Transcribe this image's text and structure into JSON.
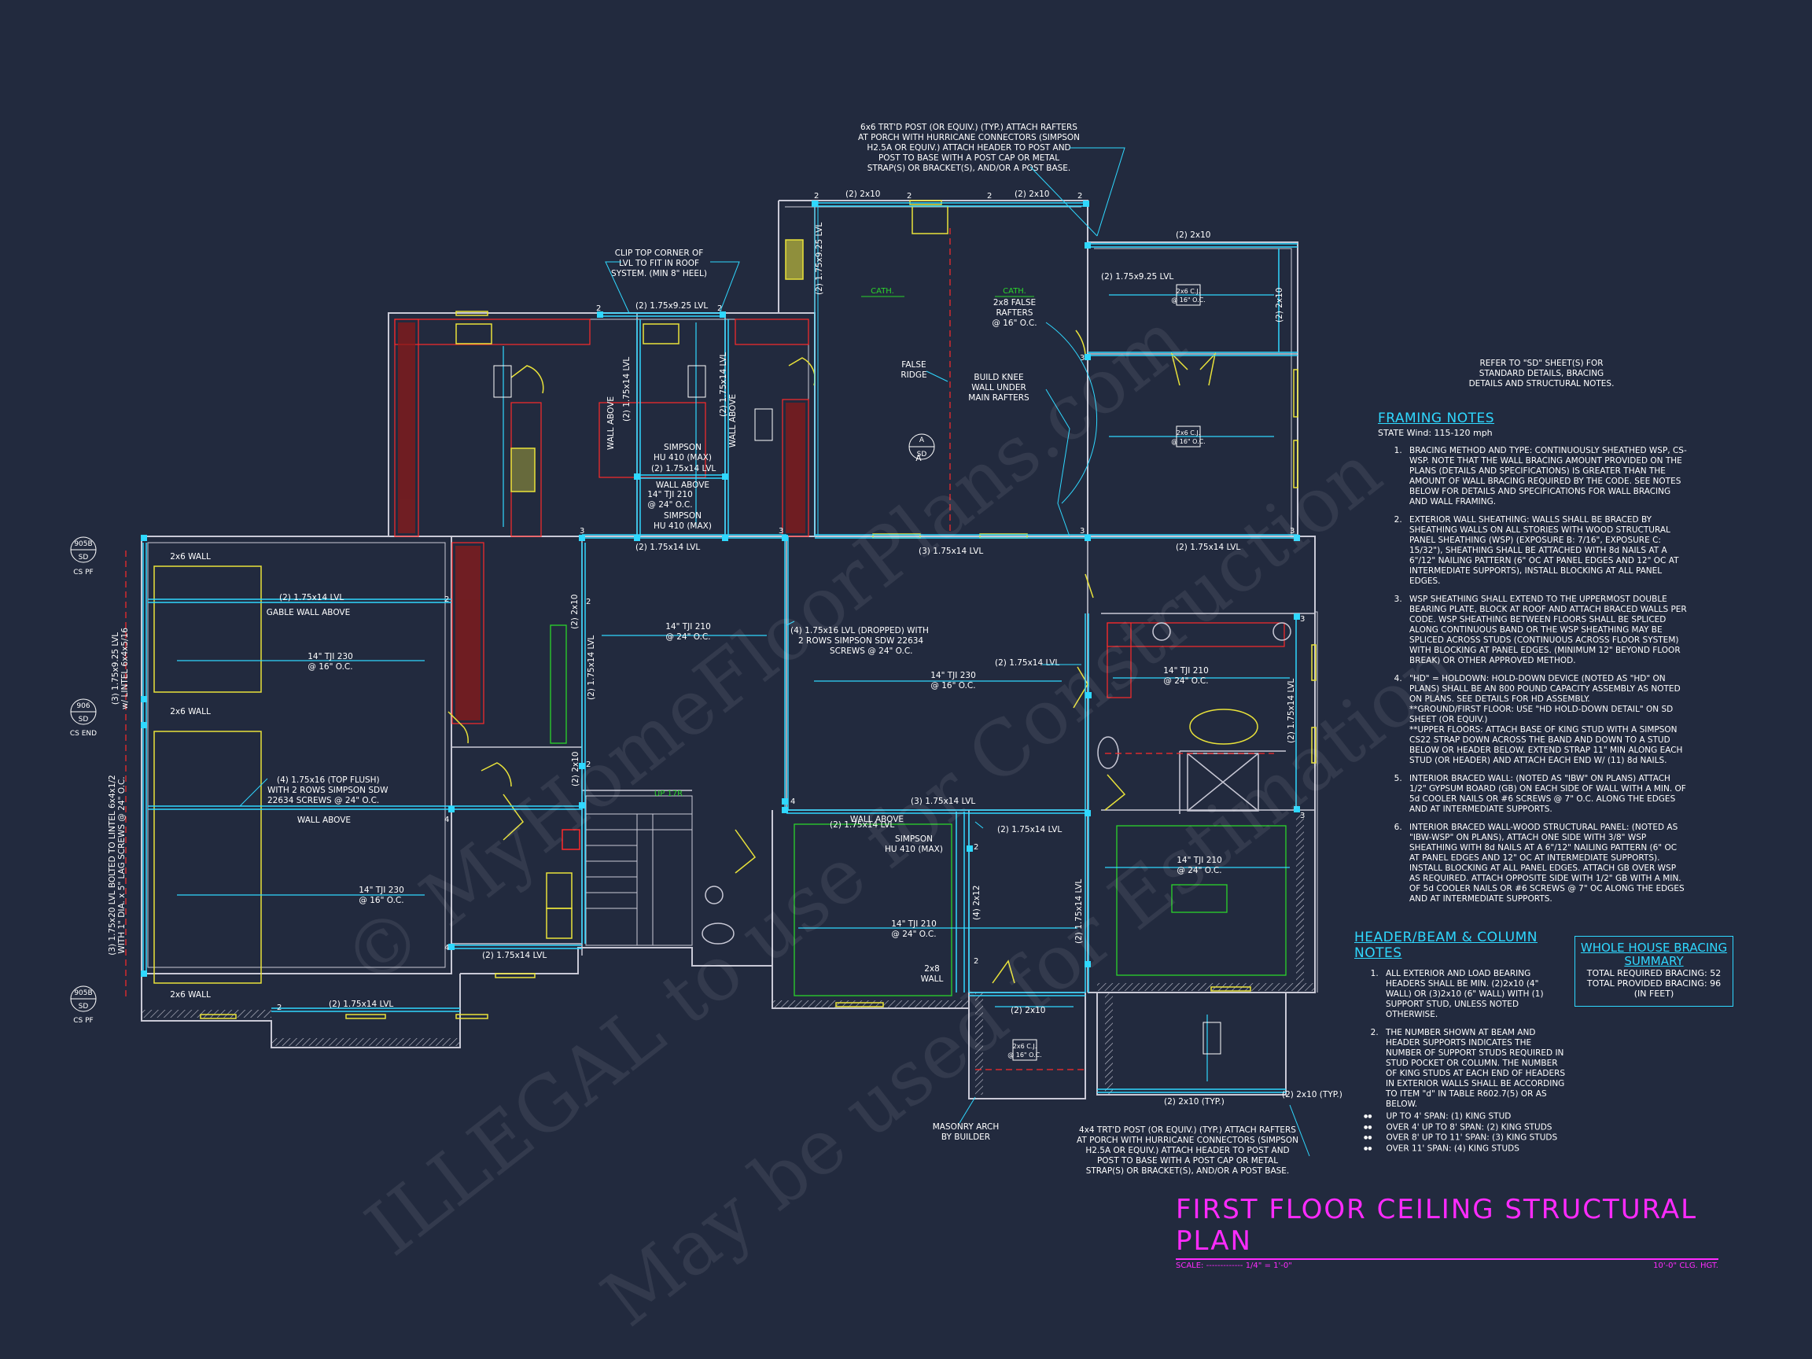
{
  "colors": {
    "background": "#222a3e",
    "wall": "#c9c9d6",
    "beam": "#2fd8ff",
    "annotation": "#ffffff",
    "title": "#ff2bff",
    "fixture": "#e9e23a",
    "cabinet": "#ff2a2a",
    "green": "#2bd42b"
  },
  "title": {
    "text": "FIRST FLOOR CEILING STRUCTURAL PLAN",
    "scale_label": "SCALE: ------------- 1/4\" = 1'-0\"",
    "ceiling_height": "10'-0\" CLG. HGT."
  },
  "watermark": {
    "line1": "© MyHomeFloorPlans.com",
    "line2": "ILLEGAL to use for Construction",
    "line3": "May be used for Estimation"
  },
  "refer_note": "REFER TO \"SD\" SHEET(S) FOR STANDARD DETAILS, BRACING DETAILS AND STRUCTURAL NOTES.",
  "framing_notes": {
    "heading": "FRAMING NOTES",
    "state_wind": "STATE Wind: 115-120 mph",
    "items": [
      "BRACING METHOD AND TYPE: CONTINUOUSLY SHEATHED WSP, CS-WSP. NOTE THAT THE WALL BRACING AMOUNT PROVIDED ON THE PLANS (DETAILS AND SPECIFICATIONS) IS GREATER THAN THE AMOUNT OF WALL BRACING REQUIRED BY THE CODE. SEE NOTES BELOW FOR DETAILS AND SPECIFICATIONS FOR WALL BRACING AND WALL FRAMING.",
      "EXTERIOR WALL SHEATHING: WALLS SHALL BE BRACED BY SHEATHING WALLS ON ALL STORIES WITH WOOD STRUCTURAL PANEL SHEATHING (WSP) (EXPOSURE B: 7/16\", EXPOSURE C: 15/32\"), SHEATHING SHALL BE ATTACHED WITH 8d NAILS AT A 6\"/12\" NAILING PATTERN (6\" OC AT PANEL EDGES AND 12\" OC AT INTERMEDIATE SUPPORTS), INSTALL BLOCKING AT ALL PANEL EDGES.",
      "WSP SHEATHING SHALL EXTEND TO THE UPPERMOST DOUBLE BEARING PLATE, BLOCK AT ROOF AND ATTACH BRACED WALLS PER CODE. WSP SHEATHING BETWEEN FLOORS SHALL BE SPLICED ALONG CONTINUOUS BAND OR THE WSP SHEATHING MAY BE SPLICED ACROSS STUDS (CONTINUOUS ACROSS FLOOR SYSTEM) WITH BLOCKING AT PANEL EDGES. (MINIMUM 12\" BEYOND FLOOR BREAK) OR OTHER APPROVED METHOD.",
      "\"HD\" = HOLDOWN: HOLD-DOWN DEVICE (NOTED AS \"HD\" ON PLANS) SHALL BE AN 800 POUND CAPACITY ASSEMBLY AS NOTED ON PLANS. SEE DETAILS FOR HD ASSEMBLY.",
      "INTERIOR BRACED WALL: (NOTED AS \"IBW\" ON PLANS) ATTACH 1/2\" GYPSUM BOARD (GB) ON EACH SIDE OF WALL WITH A MIN. OF 5d COOLER NAILS OR #6 SCREWS @ 7\" O.C. ALONG THE EDGES AND AT INTERMEDIATE SUPPORTS.",
      "INTERIOR BRACED WALL-WOOD STRUCTURAL PANEL: (NOTED AS \"IBW-WSP\" ON PLANS), ATTACH ONE SIDE WITH 3/8\" WSP SHEATHING WITH 8d NAILS AT A 6\"/12\" NAILING PATTERN (6\" OC AT PANEL EDGES AND 12\" OC AT INTERMEDIATE SUPPORTS). INSTALL BLOCKING AT ALL PANEL EDGES. ATTACH GB OVER WSP AS REQUIRED. ATTACH OPPOSITE SIDE WITH 1/2\" GB WITH A MIN. OF 5d COOLER NAILS OR #6 SCREWS @ 7\" OC ALONG THE EDGES AND AT INTERMEDIATE SUPPORTS."
    ],
    "sub_items": [
      "**GROUND/FIRST FLOOR: USE \"HD HOLD-DOWN DETAIL\" ON SD SHEET (OR EQUIV.)",
      "**UPPER FLOORS: ATTACH BASE OF KING STUD WITH A SIMPSON CS22 STRAP DOWN ACROSS THE BAND AND DOWN TO A STUD BELOW OR HEADER BELOW. EXTEND STRAP 11\" MIN ALONG EACH STUD (OR HEADER) AND ATTACH EACH END W/ (11) 8d NAILS."
    ]
  },
  "header_notes": {
    "heading": "HEADER/BEAM & COLUMN NOTES",
    "items": [
      "ALL EXTERIOR AND LOAD BEARING HEADERS SHALL BE MIN. (2)2x10 (4\" WALL) OR (3)2x10 (6\" WALL) WITH (1) SUPPORT STUD, UNLESS NOTED OTHERWISE.",
      "THE NUMBER SHOWN AT BEAM AND HEADER SUPPORTS INDICATES THE NUMBER OF SUPPORT STUDS REQUIRED IN STUD POCKET OR COLUMN. THE NUMBER OF KING STUDS AT EACH END OF HEADERS IN EXTERIOR WALLS SHALL BE ACCORDING TO ITEM \"d\" IN TABLE R602.7(5) OR AS BELOW."
    ],
    "bullets": [
      "UP TO 4' SPAN: (1) KING STUD",
      "OVER 4' UP TO 8' SPAN: (2) KING STUDS",
      "OVER 8' UP TO 11' SPAN: (3) KING STUDS",
      "OVER 11' SPAN: (4) KING STUDS"
    ]
  },
  "bracing_summary": {
    "title": "WHOLE HOUSE BRACING SUMMARY",
    "required": "TOTAL REQUIRED BRACING: 52",
    "provided": "TOTAL PROVIDED BRACING: 96",
    "unit": "(IN FEET)"
  },
  "callouts": {
    "porch_post_top": [
      "6x6 TRT'D POST (OR EQUIV.) (TYP.) ATTACH RAFTERS",
      "AT PORCH WITH HURRICANE CONNECTORS (SIMPSON",
      "H2.5A OR EQUIV.) ATTACH HEADER TO POST AND",
      "POST TO BASE WITH A POST CAP OR METAL",
      "STRAP(S) OR BRACKET(S), AND/OR A POST BASE."
    ],
    "porch_post_bottom": [
      "4x4 TRT'D POST (OR EQUIV.) (TYP.) ATTACH RAFTERS",
      "AT PORCH WITH HURRICANE CONNECTORS (SIMPSON",
      "H2.5A OR EQUIV.) ATTACH HEADER TO POST AND",
      "POST TO BASE WITH A POST CAP OR METAL",
      "STRAP(S) OR BRACKET(S), AND/OR A POST BASE."
    ],
    "clip_top": [
      "CLIP TOP CORNER OF",
      "LVL TO FIT IN ROOF",
      "SYSTEM. (MIN 8\" HEEL)"
    ],
    "false_ridge": [
      "FALSE",
      "RIDGE"
    ],
    "build_knee": [
      "BUILD KNEE",
      "WALL UNDER",
      "MAIN RAFTERS"
    ],
    "false_rafters": [
      "2x8 FALSE",
      "RAFTERS",
      "@ 16\" O.C."
    ],
    "cath": "CATH.",
    "masonry_arch": [
      "MASONRY ARCH",
      "BY BUILDER"
    ],
    "lintel_top": [
      "(3) 1.75x9.25 LVL",
      "w/ LINTEL 6x4x5/16"
    ],
    "lintel_bottom": [
      "(3) 1.75x20 LVL BOLTED TO LINTEL 6x4x1/2",
      "WITH 1\" DIA. x 5\" LAG SCREWS @ 24\" O.C."
    ],
    "dropped_lvl": [
      "(4) 1.75x16 LVL (DROPPED) WITH",
      "2 ROWS SIMPSON SDW 22634",
      "SCREWS @ 24\" O.C."
    ],
    "top_flush_lvl": [
      "(4) 1.75x16 (TOP FLUSH)",
      "WITH 2 ROWS SIMPSON SDW",
      "22634 SCREWS @ 24\" O.C."
    ],
    "simpson_hu_1": [
      "SIMPSON",
      "HU 410 (MAX)"
    ],
    "simpson_hu_2": [
      "SIMPSON",
      "HU 410 (MAX)"
    ],
    "simpson_hu_3": [
      "SIMPSON",
      "HU 410 (MAX)"
    ],
    "wall_above": "WALL ABOVE",
    "gable_wall_above": "GABLE WALL ABOVE",
    "two_by_six_wall": "2x6 WALL",
    "two_by_eight_wall": [
      "2x8",
      "WALL"
    ],
    "up_stair": "UP 17R",
    "section_a": "A",
    "section_sd": "SD",
    "detail_tags": [
      {
        "num": "905B",
        "sheet": "SD",
        "label": "CS PF"
      },
      {
        "num": "906",
        "sheet": "SD",
        "label": "CS END"
      },
      {
        "num": "905B",
        "sheet": "SD",
        "label": "CS PF"
      }
    ]
  },
  "beams": {
    "b1": "(2) 2x10",
    "b2": "(2) 2x10",
    "b3": "(2) 1.75x9.25 LVL",
    "b4": "(2) 1.75x9.25 LVL",
    "b5": "(2) 2x10",
    "b6": "(2) 1.75x14 LVL",
    "b7": "(3) 1.75x14 LVL",
    "b8": "(2) 1.75x14 LVL",
    "b9": "(2) 1.75x14 LVL",
    "b10": "(3) 1.75x14 LVL",
    "b11": "(2) 1.75x14 LVL",
    "b12": "(2) 1.75x14 LVL",
    "b13": "(2) 2x10",
    "b14": "(2) 2x10 (TYP.)",
    "b15": "(2) 1.75x14 LVL",
    "b16": "(2) 1.75x14 LVL",
    "b17": "(2) 1.75x14 LVL",
    "b18": "(2) 1.75x14 LVL",
    "b19": "(2) 1.75x14 LVL",
    "b20": "(4) 2x12",
    "b21": "(2) 1.75x14 LVL",
    "b22": "(2) 2x10",
    "b23": "(2) 2x10",
    "b24": "(2) 1.75x14 LVL",
    "b25": "(2) 1.75x9.25 LVL"
  },
  "joists": {
    "j1": [
      "14\" TJI 230",
      "@ 16\" O.C."
    ],
    "j2": [
      "14\" TJI 230",
      "@ 16\" O.C."
    ],
    "j3": [
      "14\" TJI 210",
      "@ 24\" O.C."
    ],
    "j4": [
      "14\" TJI 230",
      "@ 16\" O.C."
    ],
    "j5": [
      "14\" TJI 210",
      "@ 24\" O.C."
    ],
    "j6": [
      "14\" TJI 210",
      "@ 24\" O.C."
    ],
    "j7": [
      "14\" TJI 210",
      "@ 24\" O.C."
    ],
    "j8": [
      "14\" TJI 210",
      "@ 24\" O.C."
    ],
    "small": [
      "2x6 C.J.",
      "@ 16\" O.C."
    ]
  },
  "stud_counts": [
    "2",
    "3",
    "4"
  ]
}
